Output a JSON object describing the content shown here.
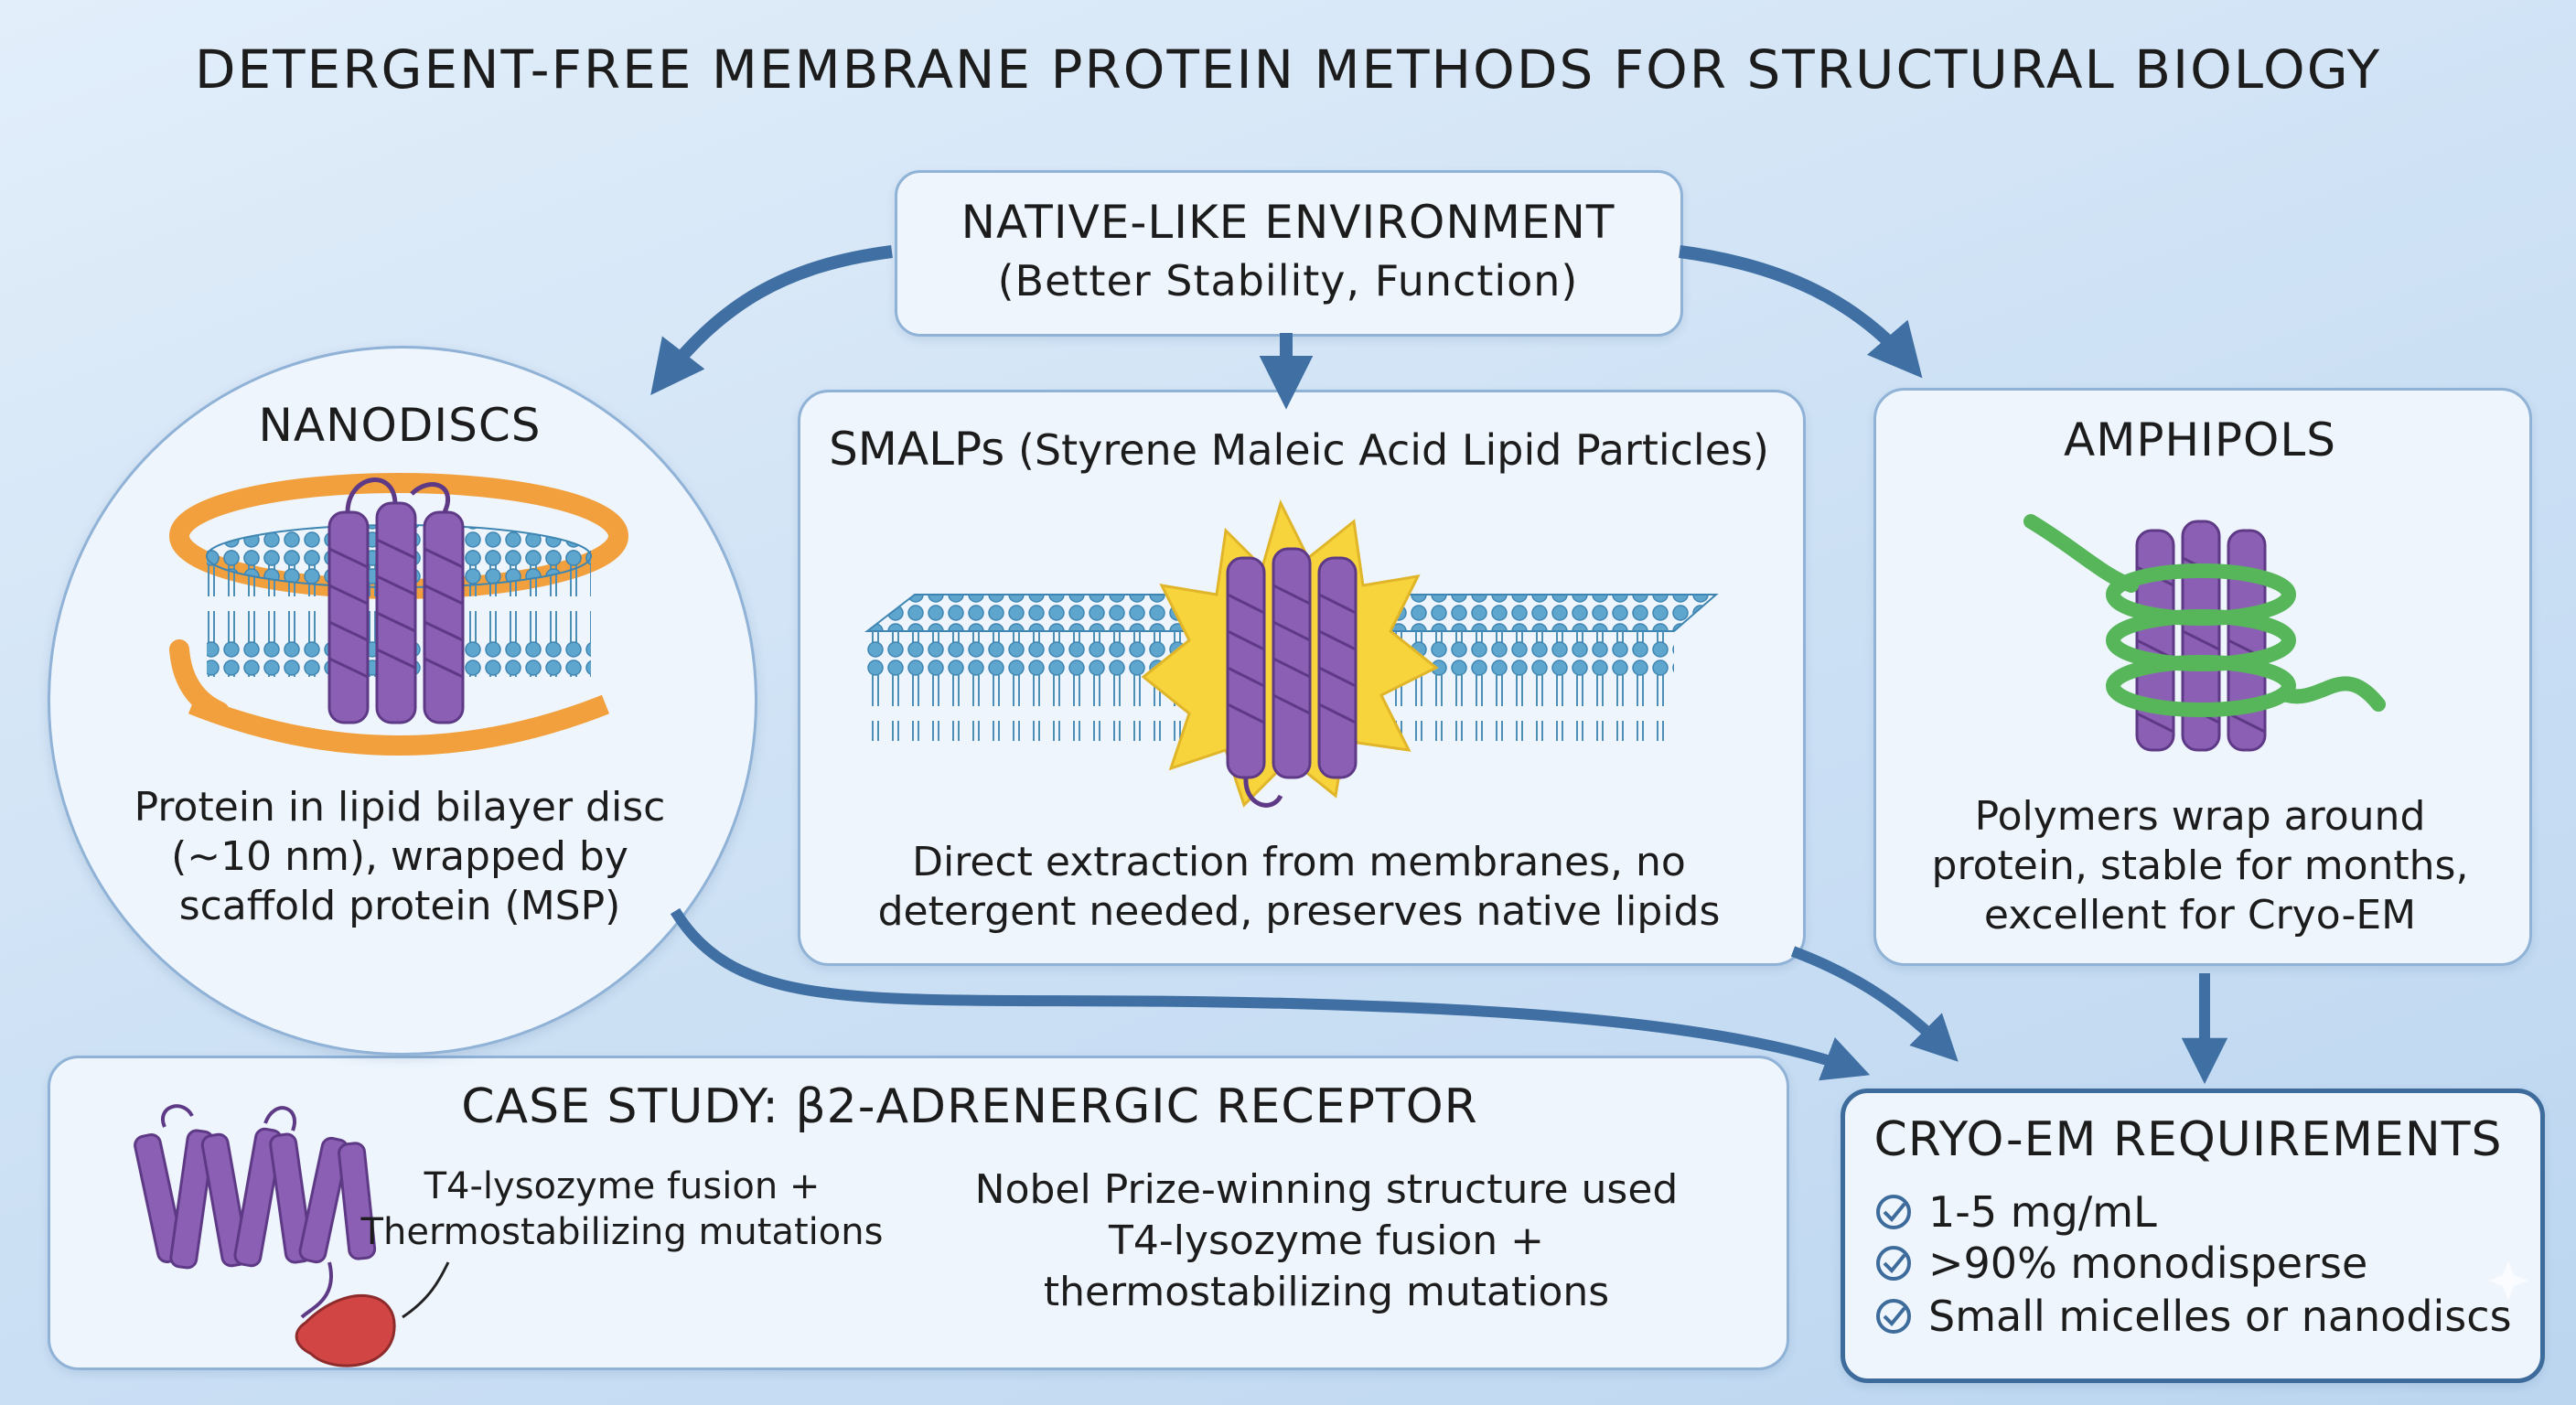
{
  "title": "DETERGENT-FREE MEMBRANE PROTEIN METHODS FOR STRUCTURAL BIOLOGY",
  "native": {
    "heading": "NATIVE-LIKE ENVIRONMENT",
    "subheading": "(Better Stability, Function)"
  },
  "nanodiscs": {
    "heading": "NANODISCS",
    "description": [
      "Protein in lipid bilayer disc",
      "(~10 nm), wrapped by",
      "scaffold protein (MSP)"
    ]
  },
  "smalps": {
    "heading_bold": "SMALPs",
    "heading_rest": " (Styrene Maleic Acid Lipid Particles)",
    "description": [
      "Direct extraction from membranes, no",
      "detergent needed, preserves native lipids"
    ]
  },
  "amphipols": {
    "heading": "AMPHIPOLS",
    "description": [
      "Polymers wrap around",
      "protein, stable for months,",
      "excellent for Cryo-EM"
    ]
  },
  "case_study": {
    "heading": "CASE STUDY: β2-ADRENERGIC RECEPTOR",
    "left_note": [
      "T4-lysozyme fusion +",
      "Thermostabilizing mutations"
    ],
    "right_note": [
      "Nobel Prize-winning structure used",
      "T4-lysozyme fusion +",
      "thermostabilizing mutations"
    ]
  },
  "cryo_em": {
    "heading": "CRYO-EM REQUIREMENTS",
    "items": [
      "1-5 mg/mL",
      ">90% monodisperse",
      "Small micelles or nanodiscs"
    ]
  },
  "colors": {
    "arrow": "#3f6fa3",
    "helix": "#8b5fb4",
    "helix_dark": "#5e3a86",
    "lipid_head": "#5fa6cf",
    "scaffold": "#f2a03d",
    "amphipol": "#57b65a",
    "burst": "#f7d43c",
    "lysozyme": "#d24545"
  }
}
